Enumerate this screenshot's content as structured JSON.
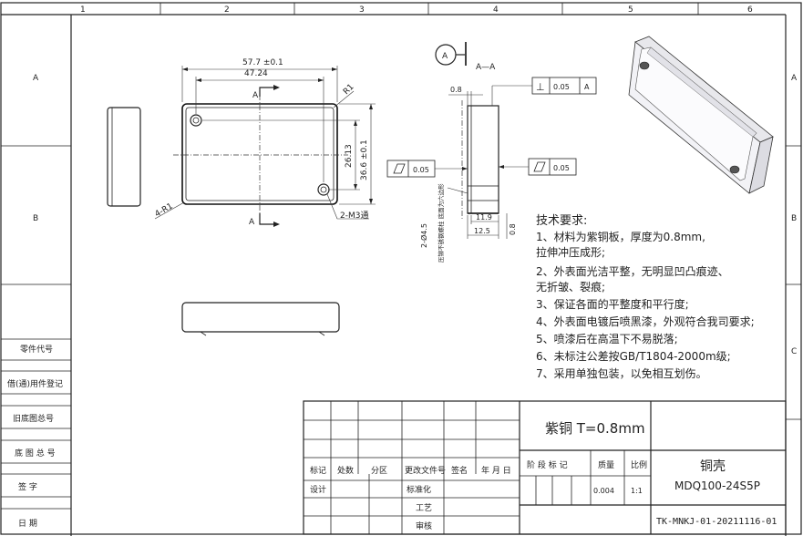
{
  "frame": {
    "columns": [
      "1",
      "2",
      "3",
      "4",
      "5",
      "6"
    ],
    "rows": [
      "A",
      "B",
      "C"
    ]
  },
  "front_view": {
    "dim_outer_width": "57.7 ±0.1",
    "dim_inner_width": "47.24",
    "dim_hole_span": "26.13",
    "dim_height": "36.6 ±0.1",
    "radius_outer": "R1",
    "radius_corner": "4-R1",
    "hole_note": "2-M3通",
    "section_marker": "A"
  },
  "section_view": {
    "title": "A—A",
    "datum": "A",
    "dim_wall": "0.8",
    "dim_height_a": "11.9",
    "dim_height_b": "12.5",
    "dim_thickness": "0.8",
    "hole_note": "2-Ø4.5",
    "hole_note_detail": "压铆不锈钢螺柱 底面为六边形",
    "perp_symbol": "⊥",
    "perp_tol": "0.05",
    "perp_datum": "A",
    "flat_tol_left": "0.05",
    "flat_tol_right": "0.05"
  },
  "requirements": {
    "heading": "技术要求:",
    "items": [
      "1、材料为紫铜板，厚度为0.8mm,",
      "   拉伸冲压成形;",
      "2、外表面光洁平整，无明显凹凸痕迹、",
      "   无折皱、裂痕;",
      "3、保证各面的平整度和平行度;",
      "4、外表面电镀后喷黑漆，外观符合我司要求;",
      "5、喷漆后在高温下不易脱落;",
      "6、未标注公差按GB/T1804-2000m级;",
      "7、采用单独包装，以免相互划伤。"
    ]
  },
  "side_labels": [
    "零件代号",
    "借(通)用件登记",
    "旧底图总号",
    "底 图 总 号",
    "签    字",
    "日    期"
  ],
  "title_block": {
    "material": "紫铜  T=0.8mm",
    "part_name": "铜壳",
    "part_number": "MDQ100-24S5P",
    "headers": [
      "标记",
      "处数",
      "分区",
      "更改文件号",
      "签名",
      "年 月 日"
    ],
    "design": "设计",
    "standardize": "标准化",
    "process": "工艺",
    "review": "审核",
    "stage_label": "阶 段 标 记",
    "mass_label": "质量",
    "scale_label": "比例",
    "mass_value": "0.004",
    "scale_value": "1:1",
    "drawing_no": "TK-MNKJ-01-20211116-01"
  }
}
